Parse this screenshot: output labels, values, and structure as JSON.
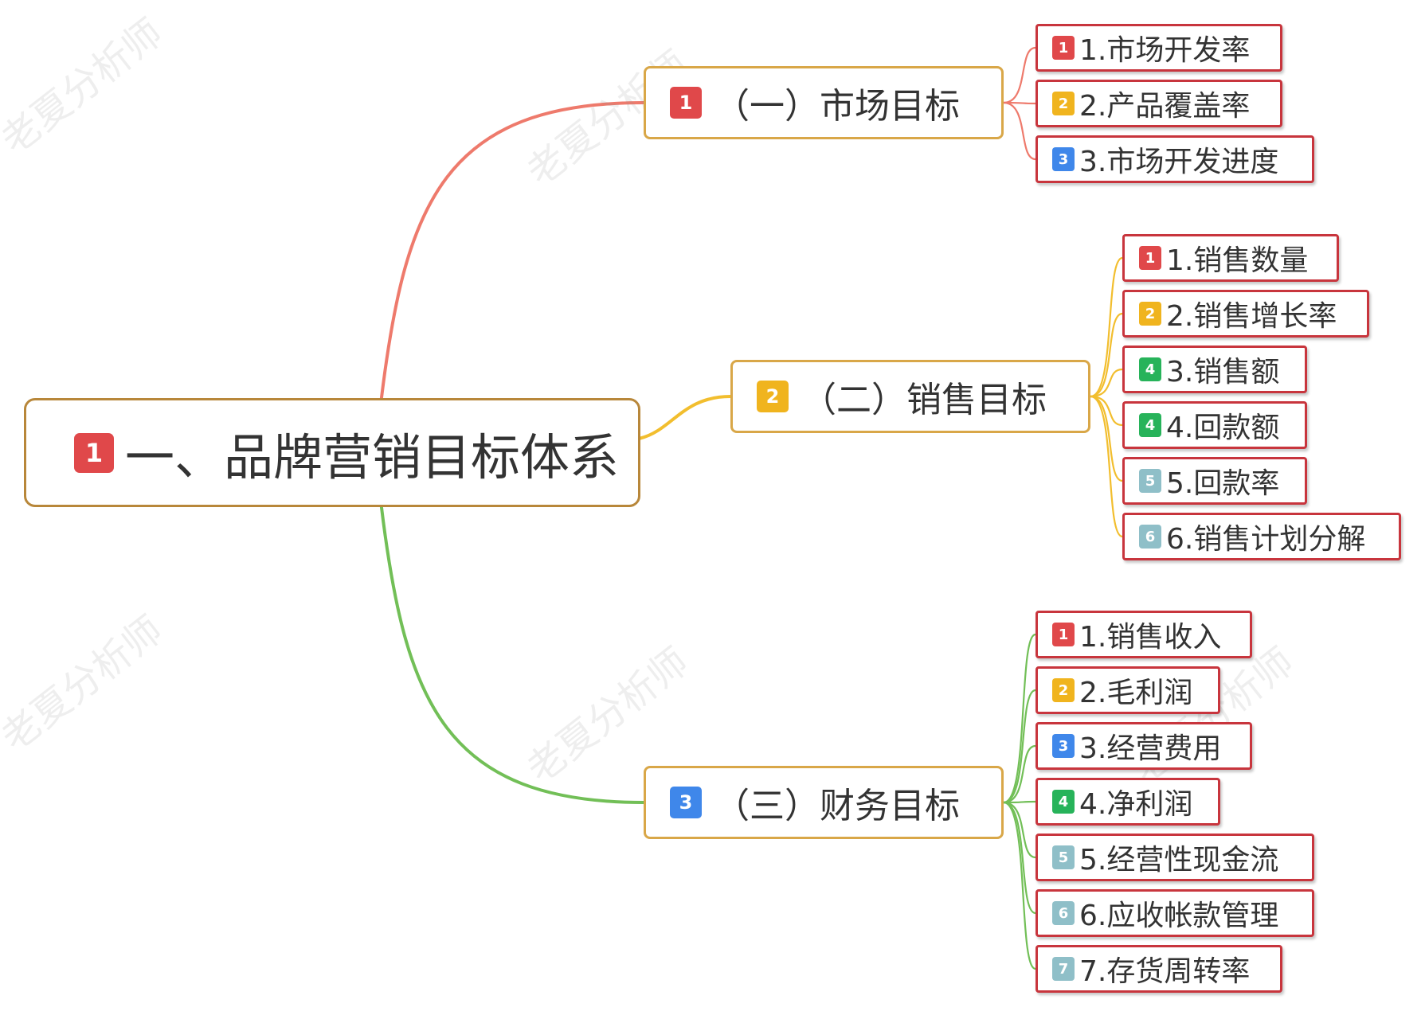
{
  "mindmap": {
    "root": {
      "num": "1",
      "label": "一、品牌营销目标体系",
      "badge_color": "#e0484a"
    },
    "branches": [
      {
        "num": "1",
        "label": "（一）市场目标",
        "badge_color": "#e0484a",
        "link_color": "#ee7a6c",
        "children": [
          {
            "num": "1",
            "label": "1.市场开发率",
            "badge_color": "#e0484a"
          },
          {
            "num": "2",
            "label": "2.产品覆盖率",
            "badge_color": "#f0b41e"
          },
          {
            "num": "3",
            "label": "3.市场开发进度",
            "badge_color": "#3f87ea"
          }
        ]
      },
      {
        "num": "2",
        "label": "（二）销售目标",
        "badge_color": "#f0b41e",
        "link_color": "#f2be2e",
        "children": [
          {
            "num": "1",
            "label": "1.销售数量",
            "badge_color": "#e0484a"
          },
          {
            "num": "2",
            "label": "2.销售增长率",
            "badge_color": "#f0b41e"
          },
          {
            "num": "4",
            "label": "3.销售额",
            "badge_color": "#27b35a"
          },
          {
            "num": "4",
            "label": "4.回款额",
            "badge_color": "#27b35a"
          },
          {
            "num": "5",
            "label": "5.回款率",
            "badge_color": "#8fbfc8"
          },
          {
            "num": "6",
            "label": "6.销售计划分解",
            "badge_color": "#8fbfc8"
          }
        ]
      },
      {
        "num": "3",
        "label": "（三）财务目标",
        "badge_color": "#3f87ea",
        "link_color": "#72bf57",
        "children": [
          {
            "num": "1",
            "label": "1.销售收入",
            "badge_color": "#e0484a"
          },
          {
            "num": "2",
            "label": "2.毛利润",
            "badge_color": "#f0b41e"
          },
          {
            "num": "3",
            "label": "3.经营费用",
            "badge_color": "#3f87ea"
          },
          {
            "num": "4",
            "label": "4.净利润",
            "badge_color": "#27b35a"
          },
          {
            "num": "5",
            "label": "5.经营性现金流",
            "badge_color": "#8fbfc8"
          },
          {
            "num": "6",
            "label": "6.应收帐款管理",
            "badge_color": "#8fbfc8"
          },
          {
            "num": "7",
            "label": "7.存货周转率",
            "badge_color": "#8fbfc8"
          }
        ]
      }
    ]
  },
  "watermark": {
    "text": "老夏分析师"
  }
}
